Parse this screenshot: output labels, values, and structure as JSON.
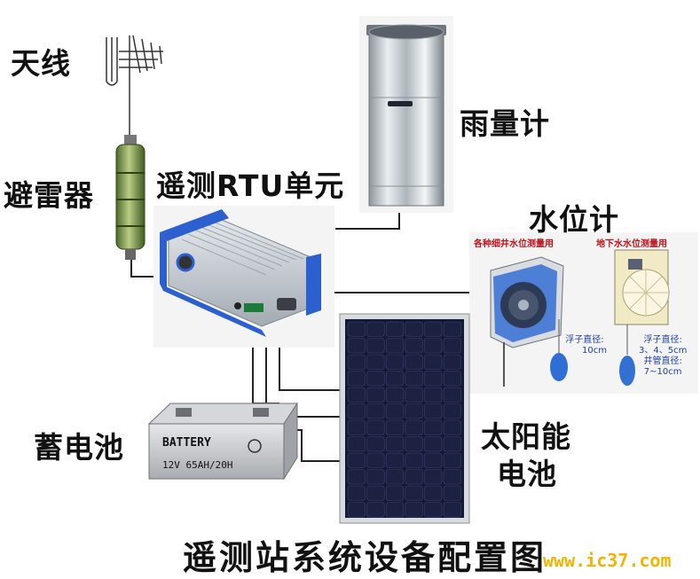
{
  "labels": {
    "antenna": "天线",
    "lightning_arrester": "避雷器",
    "rtu_unit": "遥测RTU单元",
    "rain_gauge": "雨量计",
    "water_level_gauge": "水位计",
    "well_water_level": "各种细井水位测量用",
    "ground_water_level": "地下水水位测量用",
    "float_diameter_1": "浮子直径:",
    "float_diameter_1_value": "10cm",
    "float_diameter_2": "浮子直径:",
    "float_diameter_2_value": "3、4、5cm",
    "pipe_diameter": "井管直径:",
    "pipe_diameter_value": "7~10cm",
    "battery": "蓄电池",
    "battery_brand": "BATTERY",
    "battery_spec": "12V 65AH/20H",
    "solar_line1": "太阳能",
    "solar_line2": "电池",
    "title": "遥测站系统设备配置图",
    "watermark": "www.ic37.com"
  },
  "colors": {
    "rtu_blue": "#2c5fd0",
    "aluminum": "#c9ced4",
    "solar_cell": "#1c2142",
    "accent_red": "#c0121a",
    "accent_blue": "#1d3fa8",
    "watermark": "#f2b400",
    "arrester_green": "#8aa35c"
  }
}
